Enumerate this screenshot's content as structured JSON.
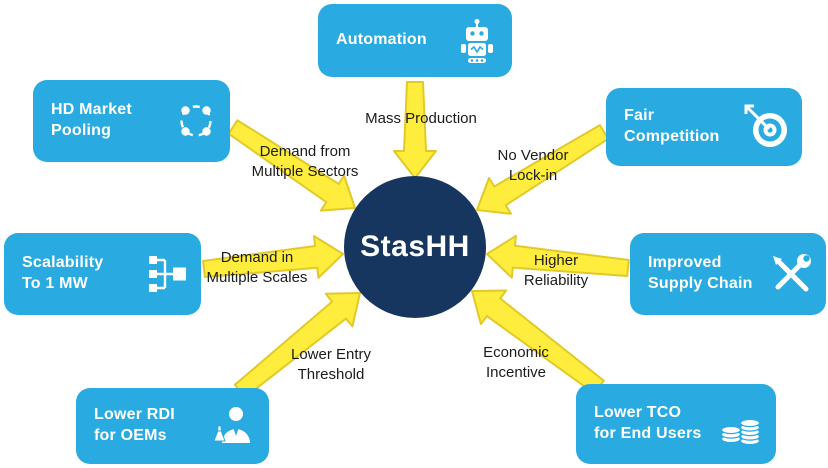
{
  "center": {
    "label": "StasHH"
  },
  "colors": {
    "box_blue": "#29ABE2",
    "center_navy": "#17365F",
    "arrow_fill": "#FFED3E",
    "arrow_outline": "#E3C928",
    "label_text": "#1B1B1B",
    "node_text": "#FFFFFF"
  },
  "nodes": [
    {
      "id": "automation",
      "lines": [
        "Automation"
      ],
      "icon": "robot-icon"
    },
    {
      "id": "hd-market-pooling",
      "lines": [
        "HD Market",
        "Pooling"
      ],
      "icon": "network-nodes-icon"
    },
    {
      "id": "fair-competition",
      "lines": [
        "Fair",
        "Competition"
      ],
      "icon": "target-dart-icon"
    },
    {
      "id": "scalability",
      "lines": [
        "Scalability",
        "To 1 MW"
      ],
      "icon": "hierarchy-icon"
    },
    {
      "id": "improved-supply-chain",
      "lines": [
        "Improved",
        "Supply Chain"
      ],
      "icon": "tools-icon"
    },
    {
      "id": "lower-rdi",
      "lines": [
        "Lower RDI",
        "for OEMs"
      ],
      "icon": "scientist-icon"
    },
    {
      "id": "lower-tco",
      "lines": [
        "Lower TCO",
        "for End Users"
      ],
      "icon": "coins-icon"
    }
  ],
  "connections": [
    {
      "from": "automation",
      "to": "center",
      "label_lines": [
        "Mass Production"
      ]
    },
    {
      "from": "hd-market-pooling",
      "to": "center",
      "label_lines": [
        "Demand from",
        "Multiple Sectors"
      ]
    },
    {
      "from": "fair-competition",
      "to": "center",
      "label_lines": [
        "No Vendor",
        "Lock-in"
      ]
    },
    {
      "from": "scalability",
      "to": "center",
      "label_lines": [
        "Demand in",
        "Multiple Scales"
      ]
    },
    {
      "from": "improved-supply-chain",
      "to": "center",
      "label_lines": [
        "Higher",
        "Reliability"
      ]
    },
    {
      "from": "lower-rdi",
      "to": "center",
      "label_lines": [
        "Lower Entry",
        "Threshold"
      ]
    },
    {
      "from": "lower-tco",
      "to": "center",
      "label_lines": [
        "Economic",
        "Incentive"
      ]
    }
  ]
}
